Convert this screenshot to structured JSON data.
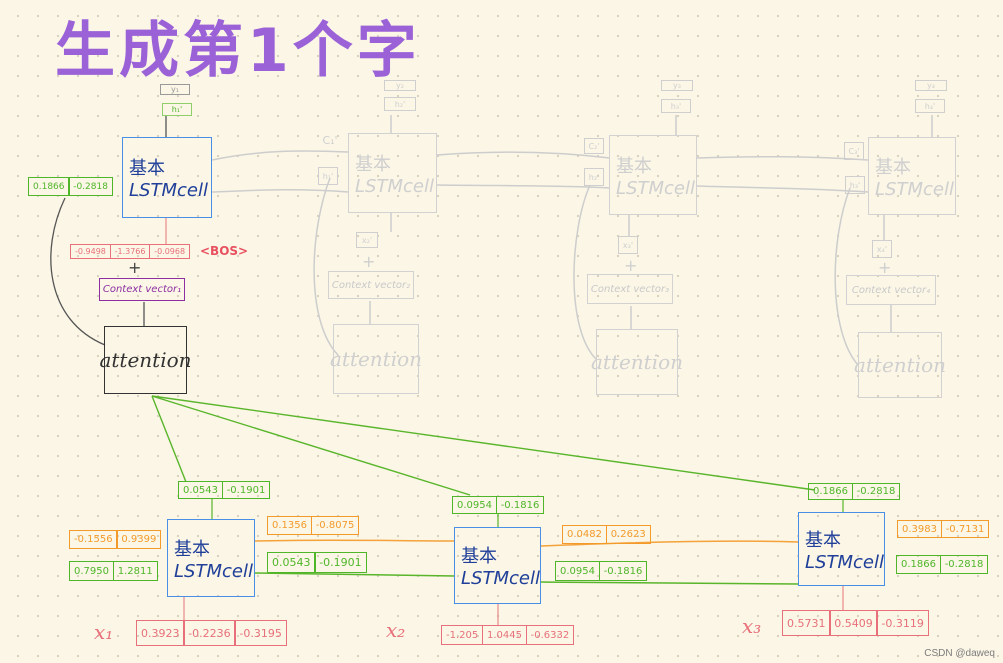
{
  "title": "生成第1个字",
  "watermark": "CSDN @daweq",
  "decoder": {
    "lstm_label_1": "基本",
    "lstm_label_2": "LSTMcell",
    "y_labels": [
      "y₁",
      "y₂",
      "y₃",
      "y₄"
    ],
    "h_labels": [
      "h₁'",
      "h₂'",
      "h₃'",
      "h₄'"
    ],
    "c_labels": [
      "C₁'",
      "C₂'",
      "C₃'"
    ],
    "hside_labels": [
      "h₁'",
      "h₂'",
      "h₃'"
    ],
    "x_labels": [
      "x₂'",
      "x₃'",
      "x₄'"
    ],
    "context_labels": [
      "Context vector₁",
      "Context vector₂",
      "Context vector₃",
      "Context vector₄"
    ],
    "attention_label": "attention",
    "state_vector": [
      "0.1866",
      "-0.2818"
    ],
    "bos_vector": [
      "-0.9498",
      "-1.3766",
      "-0.0968"
    ],
    "bos_label": "<BOS>",
    "plus": "+"
  },
  "encoder": {
    "lstm_label_1": "基本",
    "lstm_label_2": "LSTMcell",
    "top_vectors": [
      [
        "0.0543",
        "-0.1901"
      ],
      [
        "0.0954",
        "-0.1816"
      ],
      [
        "0.1866",
        "-0.2818"
      ]
    ],
    "cell1_in_orange": [
      "-0.1556",
      "0.9399"
    ],
    "cell1_in_green": [
      "0.7950",
      "1.2811"
    ],
    "cell1_out_orange": [
      "0.1356",
      "-0.8075"
    ],
    "cell1_out_green": [
      "0.0543",
      "-0.1901"
    ],
    "cell2_out_orange": [
      "0.0482",
      "0.2623"
    ],
    "cell2_out_green": [
      "0.0954",
      "-0.1816"
    ],
    "cell3_out_orange": [
      "0.3983",
      "-0.7131"
    ],
    "cell3_out_green": [
      "0.1866",
      "-0.2818"
    ],
    "inputs": [
      [
        "0.3923",
        "-0.2236",
        "-0.3195"
      ],
      [
        "-1.205",
        "1.0445",
        "-0.6332"
      ],
      [
        "0.5731",
        "0.5409",
        "-0.3119"
      ]
    ],
    "x_labels": [
      "x₁",
      "x₂",
      "x₃"
    ]
  }
}
